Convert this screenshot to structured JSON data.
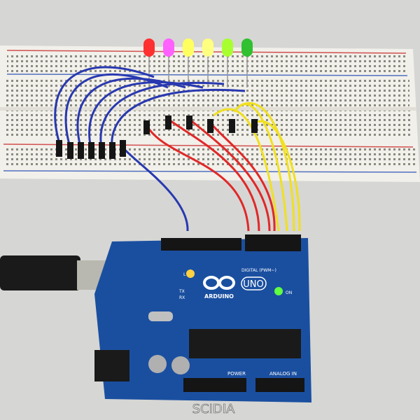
{
  "board": {
    "brand": "ARDUINO",
    "model": "UNO",
    "digital_label": "DIGITAL (PWM~)",
    "power_label": "POWER",
    "analog_label": "ANALOG IN",
    "tx": "TX",
    "rx": "RX",
    "on": "ON",
    "l": "L"
  },
  "leds": [
    "#ff3030",
    "#ff60ff",
    "#ffff60",
    "#ffff80",
    "#a8ff30",
    "#30c030"
  ],
  "watermark": "SCIDIA"
}
